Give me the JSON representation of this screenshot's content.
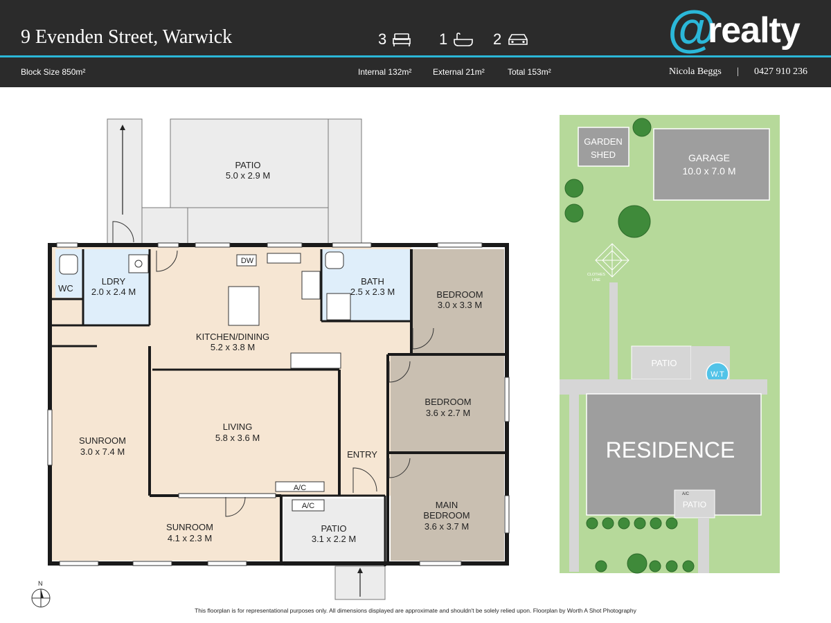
{
  "header": {
    "address": "9 Evenden Street, Warwick",
    "bedrooms": "3",
    "bathrooms": "1",
    "car_spaces": "2",
    "block_size": "Block Size 850m²",
    "internal": "Internal 132m²",
    "external": "External 21m²",
    "total": "Total 153m²",
    "agent_name": "Nicola Beggs",
    "separator": "|",
    "agent_phone": "0427 910 236",
    "logo_at": "@",
    "logo_word": "realty"
  },
  "colors": {
    "header_bg": "#2b2b2b",
    "accent": "#2bb7d8",
    "living": "#f6e6d3",
    "bedroom": "#c9bfb1",
    "wet_area": "#dfeefa",
    "outdoor": "#ececec",
    "lawn": "#b6d99a",
    "residence": "#9e9e9e"
  },
  "plan": {
    "patio_top_name": "PATIO",
    "patio_top_size": "5.0 x 2.9 M",
    "wc": "WC",
    "ldry_name": "LDRY",
    "ldry_size": "2.0 x 2.4 M",
    "dw": "DW",
    "bath_name": "BATH",
    "bath_size": "2.5 x 2.3 M",
    "bed1_name": "BEDROOM",
    "bed1_size": "3.0 x 3.3 M",
    "kitchen_name": "KITCHEN/DINING",
    "kitchen_size": "5.2 x 3.8 M",
    "bed2_name": "BEDROOM",
    "bed2_size": "3.6 x 2.7 M",
    "living_name": "LIVING",
    "living_size": "5.8 x 3.6 M",
    "sunroom1_name": "SUNROOM",
    "sunroom1_size": "3.0 x 7.4 M",
    "entry": "ENTRY",
    "ac1": "A/C",
    "ac2": "A/C",
    "main_bed_name1": "MAIN",
    "main_bed_name2": "BEDROOM",
    "main_bed_size": "3.6 x 3.7 M",
    "sunroom2_name": "SUNROOM",
    "sunroom2_size": "4.1 x 2.3 M",
    "patio_front_name": "PATIO",
    "patio_front_size": "3.1 x 2.2 M",
    "compass": "N"
  },
  "site": {
    "garden_shed1": "GARDEN",
    "garden_shed2": "SHED",
    "garage_name": "GARAGE",
    "garage_size": "10.0 x 7.0 M",
    "clothes1": "CLOTHES",
    "clothes2": "LINE",
    "patio_back": "PATIO",
    "wt": "W.T",
    "residence": "RESIDENCE",
    "ac_small": "A/C",
    "patio_front": "PATIO"
  },
  "footer": {
    "disclaimer": "This floorplan is for representational purposes only. All dimensions displayed are approximate and shouldn't be solely relied upon. Floorplan by Worth A Shot Photography"
  }
}
